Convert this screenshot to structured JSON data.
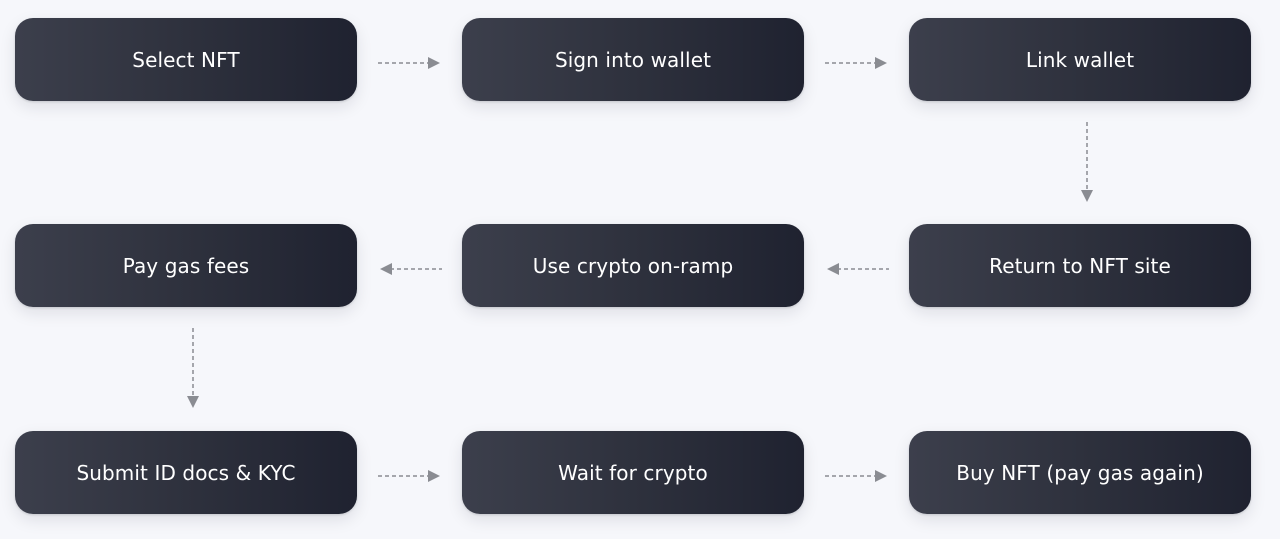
{
  "diagram": {
    "type": "flowchart",
    "colors": {
      "background": "#f6f7fb",
      "node_gradient_start": "#3c3f4c",
      "node_gradient_end": "#1f2230",
      "node_text": "#ffffff",
      "arrow": "#8a8c92"
    },
    "nodes": [
      {
        "id": 1,
        "label": "Select NFT"
      },
      {
        "id": 2,
        "label": "Sign into wallet"
      },
      {
        "id": 3,
        "label": "Link wallet"
      },
      {
        "id": 4,
        "label": "Return to NFT site"
      },
      {
        "id": 5,
        "label": "Use crypto on-ramp"
      },
      {
        "id": 6,
        "label": "Pay gas fees"
      },
      {
        "id": 7,
        "label": "Submit ID docs & KYC"
      },
      {
        "id": 8,
        "label": "Wait for crypto"
      },
      {
        "id": 9,
        "label": "Buy NFT (pay gas again)"
      }
    ],
    "edges": [
      {
        "from": 1,
        "to": 2,
        "direction": "right",
        "style": "dashed"
      },
      {
        "from": 2,
        "to": 3,
        "direction": "right",
        "style": "dashed"
      },
      {
        "from": 3,
        "to": 4,
        "direction": "down",
        "style": "dashed"
      },
      {
        "from": 4,
        "to": 5,
        "direction": "left",
        "style": "dashed"
      },
      {
        "from": 5,
        "to": 6,
        "direction": "left",
        "style": "dashed"
      },
      {
        "from": 6,
        "to": 7,
        "direction": "down",
        "style": "dashed"
      },
      {
        "from": 7,
        "to": 8,
        "direction": "right",
        "style": "dashed"
      },
      {
        "from": 8,
        "to": 9,
        "direction": "right",
        "style": "dashed"
      }
    ]
  }
}
